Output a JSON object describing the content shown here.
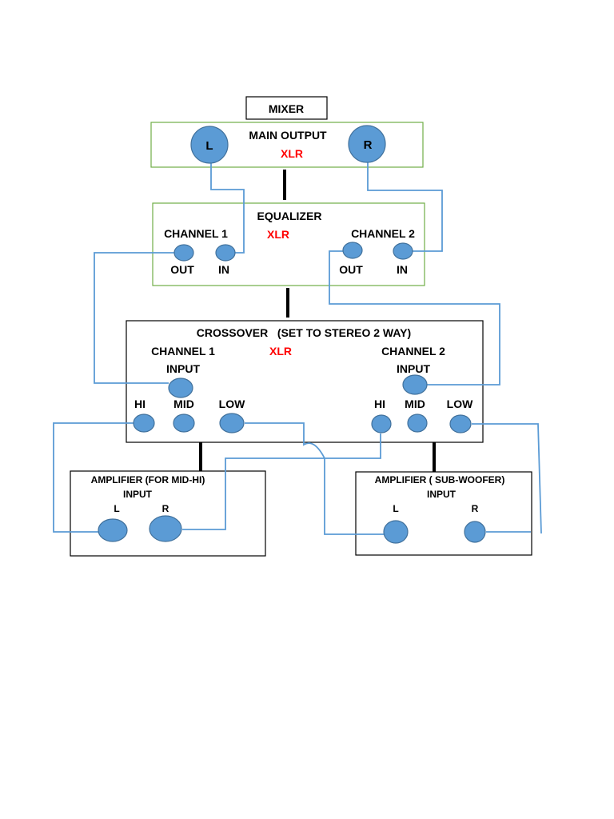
{
  "mixer": {
    "title": "MIXER",
    "main_output": "MAIN OUTPUT",
    "connector": "XLR",
    "left": "L",
    "right": "R"
  },
  "equalizer": {
    "title": "EQUALIZER",
    "connector": "XLR",
    "channel1": "CHANNEL 1",
    "channel2": "CHANNEL 2",
    "out": "OUT",
    "in": "IN"
  },
  "crossover": {
    "title": "CROSSOVER   (SET TO STEREO 2 WAY)",
    "connector": "XLR",
    "channel1": "CHANNEL 1",
    "channel2": "CHANNEL 2",
    "input": "INPUT",
    "hi": "HI",
    "mid": "MID",
    "low": "LOW"
  },
  "amp_midhi": {
    "title": "AMPLIFIER (FOR MID-HI)",
    "input": "INPUT",
    "left": "L",
    "right": "R"
  },
  "amp_sub": {
    "title": "AMPLIFIER ( SUB-WOOFER)",
    "input": "INPUT",
    "left": "L",
    "right": "R"
  },
  "colors": {
    "jack_fill": "#5b9bd5",
    "wire": "#5b9bd5",
    "mixer_border": "#70ad47",
    "xlr_text": "#ff0000"
  }
}
